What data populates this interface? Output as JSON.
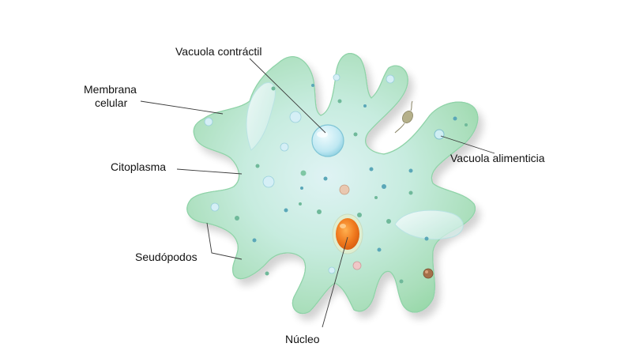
{
  "labels": {
    "contractile_vacuole": "Vacuola contráctil",
    "cell_membrane_line1": "Membrana",
    "cell_membrane_line2": "celular",
    "cytoplasm": "Citoplasma",
    "food_vacuole": "Vacuola alimenticia",
    "pseudopods": "Seudópodos",
    "nucleus": "Núcleo"
  },
  "colors": {
    "cell_fill": "#b4e4cc",
    "cell_edge": "#8fd3a8",
    "nucleus": "#f07a1e",
    "vacuole": "#bfe8f2"
  }
}
